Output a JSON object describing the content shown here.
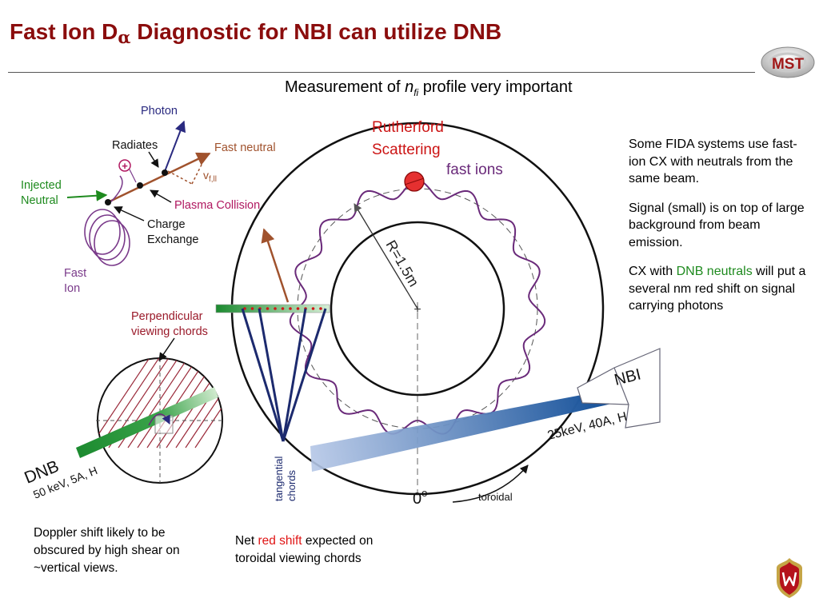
{
  "title": {
    "prefix": "Fast Ion D",
    "alpha": "α",
    "suffix": " Diagnostic for NBI can utilize DNB"
  },
  "subtitle": {
    "prefix": "Measurement of ",
    "var": "n",
    "sub": "fi",
    "suffix": " profile very important"
  },
  "logo": {
    "text": "MST"
  },
  "inset": {
    "photon": "Photon",
    "radiates": "Radiates",
    "fast_neutral": "Fast neutral",
    "v_main": "v",
    "v_sub": "f,ll",
    "injected_neutral_1": "Injected",
    "injected_neutral_2": "Neutral",
    "plasma_collision": "Plasma Collision",
    "charge_exchange_1": "Charge",
    "charge_exchange_2": "Exchange",
    "fast_ion_1": "Fast",
    "fast_ion_2": "Ion",
    "ion_symbol": "+"
  },
  "perp_label_1": "Perpendicular",
  "perp_label_2": "viewing chords",
  "dnb_label": "DNB",
  "dnb_params": "50 keV, 5A, H",
  "rutherford_1": "Rutherford",
  "rutherford_2": "Scattering",
  "fast_ions_label": "fast ions",
  "radius_label": "R=1.5m",
  "nbi_label": "NBI",
  "nbi_params": "25keV, 40A, H",
  "tangential_1": "tangential",
  "tangential_2": "chords",
  "zero_deg": "0",
  "degree_symbol": "o",
  "toroidal_label": "toroidal",
  "notes": {
    "fida": "Some FIDA systems use fast-ion CX with neutrals from the same beam.",
    "signal": "Signal (small) is on top of large background from beam emission.",
    "cx_prefix": "CX with ",
    "cx_highlight": "DNB neutrals",
    "cx_suffix": " will put a several nm red shift on signal carrying photons"
  },
  "doppler_note": "Doppler shift likely to be obscured by high shear on ~vertical views.",
  "redshift_note": {
    "prefix": "Net ",
    "highlight": "red shift",
    "suffix": " expected on toroidal viewing chords"
  },
  "colors": {
    "title": "#8b0d0d",
    "accent_green": "#1e8a1e",
    "accent_red": "#e01414",
    "orbit_purple": "#6a2a7a",
    "chord_navy": "#1c2a6e",
    "nbi_blue": "#0c4a95"
  }
}
